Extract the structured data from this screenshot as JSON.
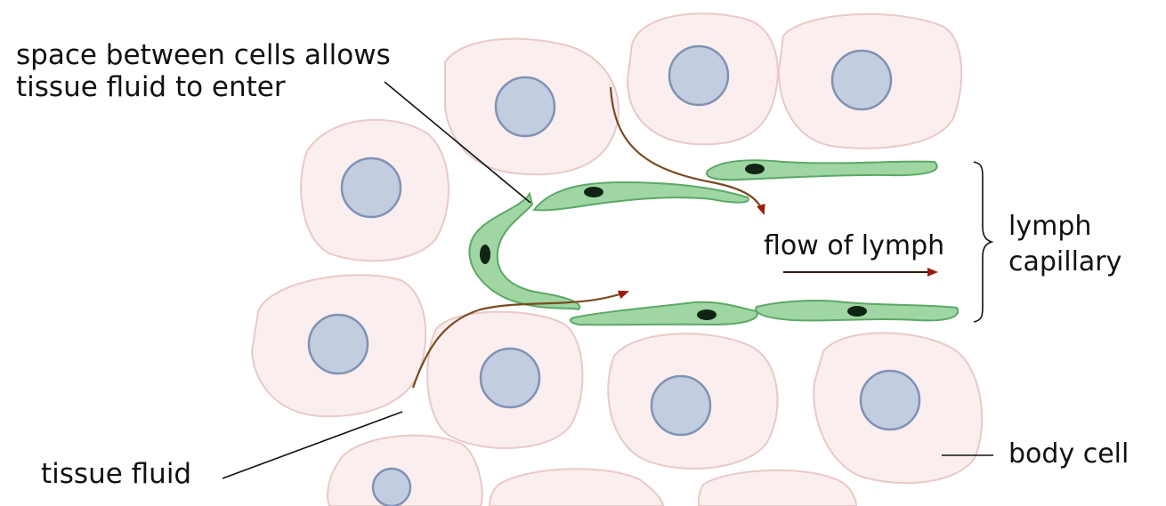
{
  "diagram": {
    "labels": {
      "space_between_cells_line1": "space between cells allows",
      "space_between_cells_line2": "tissue fluid to enter",
      "tissue_fluid": "tissue fluid",
      "flow_of_lymph": "flow of lymph",
      "lymph_capillary_line1": "lymph",
      "lymph_capillary_line2": "capillary",
      "body_cell": "body cell"
    },
    "colors": {
      "body_cell_fill": "#fbeeee",
      "body_cell_outline": "#e9c9c7",
      "nucleus_fill": "#c3cde0",
      "nucleus_outline": "#7f92b5",
      "endothelial_fill": "#9fd6a3",
      "endothelial_outline": "#5da866",
      "endothelial_nucleus": "#0f2414",
      "arrow_line": "#7a4a1e",
      "arrowhead": "#9c1c0c",
      "leader_line": "#111111"
    }
  }
}
